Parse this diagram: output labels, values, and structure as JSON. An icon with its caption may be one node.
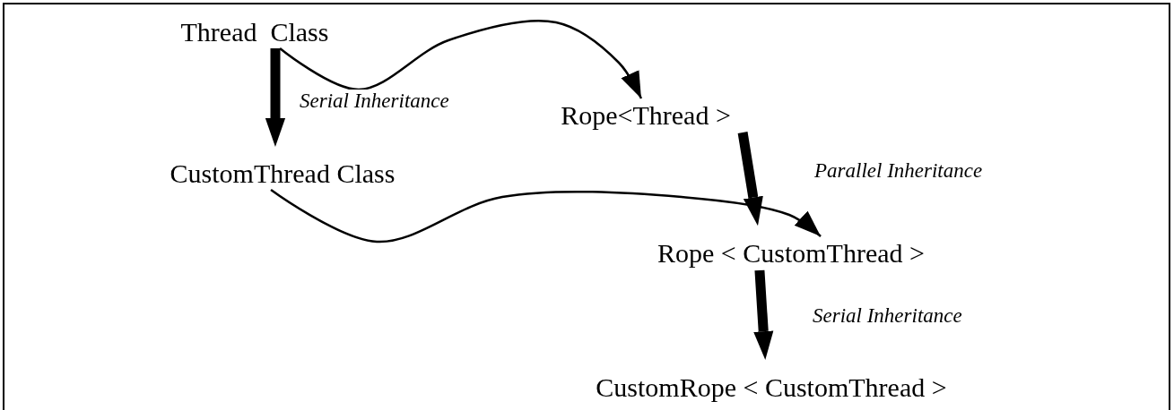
{
  "diagram": {
    "nodes": [
      {
        "text": [
          "Thread  Class"
        ]
      },
      {
        "text": [
          "CustomThread Class"
        ]
      },
      {
        "text": [
          "Rope<Thread >"
        ]
      },
      {
        "text": [
          "Rope < CustomThread >"
        ]
      },
      {
        "text": [
          "CustomRope < CustomThread >"
        ]
      }
    ],
    "edges": [
      {
        "from": 0,
        "to": 1,
        "arrow": "to",
        "label": "Serial Inheritance"
      },
      {
        "from": 0,
        "to": 2,
        "arrow": "to"
      },
      {
        "from": 2,
        "to": 3,
        "arrow": "to",
        "label": "Parallel Inheritance"
      },
      {
        "from": 1,
        "to": 3,
        "arrow": "to"
      },
      {
        "from": 3,
        "to": 4,
        "arrow": "to",
        "label": "Serial Inheritance"
      }
    ]
  }
}
